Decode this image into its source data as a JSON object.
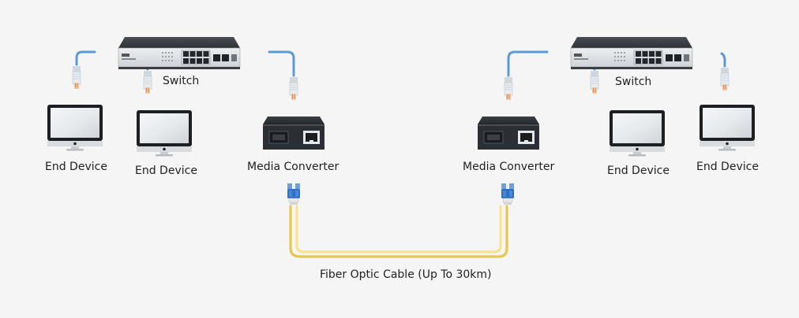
{
  "labels": {
    "switch_left": "Switch",
    "switch_right": "Switch",
    "end_device_1": "End Device",
    "end_device_2": "End Device",
    "end_device_3": "End Device",
    "end_device_4": "End Device",
    "media_converter_left": "Media Converter",
    "media_converter_right": "Media Converter",
    "fiber_cable": "Fiber Optic Cable (Up To 30km)"
  },
  "colors": {
    "background": "#f5f5f5",
    "ethernet_cable": "#5b9bd5",
    "fiber_cable": "#f2dd7a",
    "fiber_connector": "#2f6fc4",
    "device_body": "#3a3d42"
  }
}
